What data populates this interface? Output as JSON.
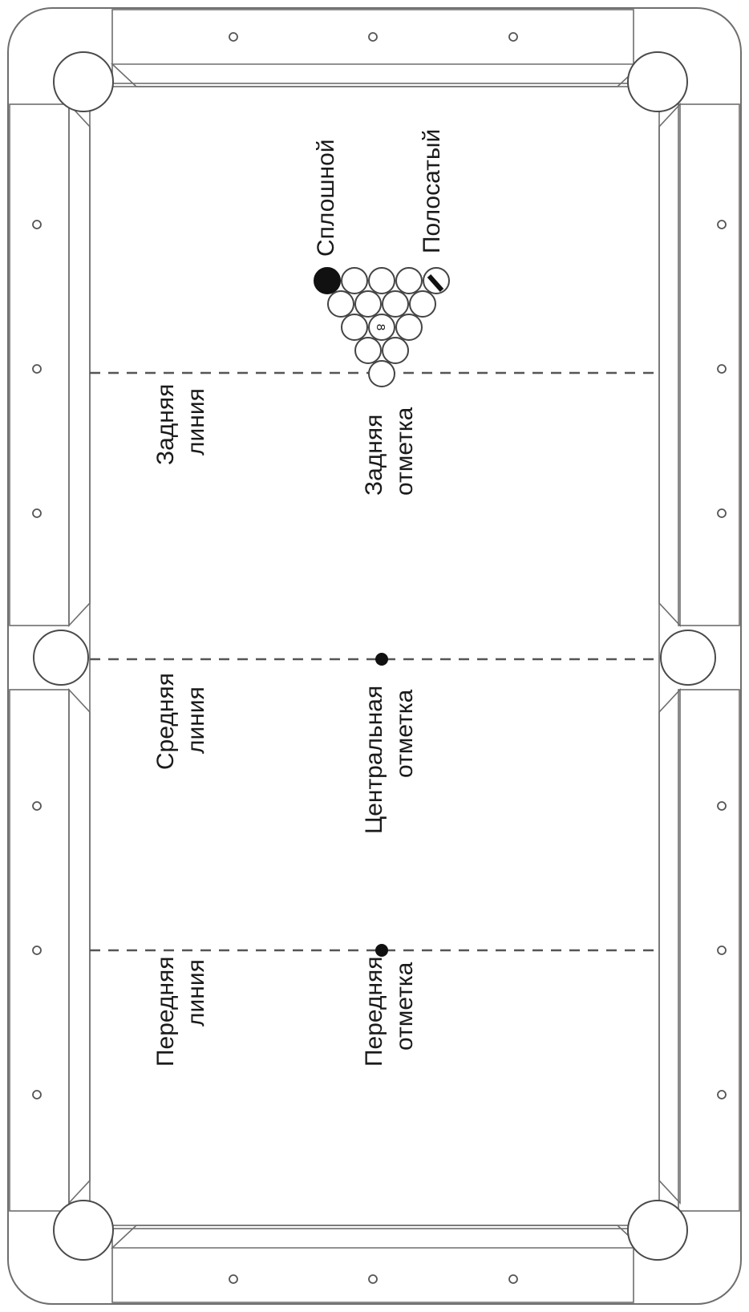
{
  "labels": {
    "head_string": [
      "Задняя",
      "линия"
    ],
    "center_line": [
      "Средняя",
      "линия"
    ],
    "foot_string": [
      "Передняя",
      "линия"
    ],
    "foot_spot": [
      "Задняя",
      "отметка"
    ],
    "center_spot": [
      "Центральная",
      "отметка"
    ],
    "head_spot": [
      "Передняя",
      "отметка"
    ],
    "solid_ball": "Сплошной",
    "striped_ball": "Полосатый"
  },
  "rack": {
    "eight_ball_number": "8",
    "ball_count": 15
  },
  "colors": {
    "outline": "#6e6e6e",
    "ball_solid": "#111111",
    "spot": "#111111"
  }
}
